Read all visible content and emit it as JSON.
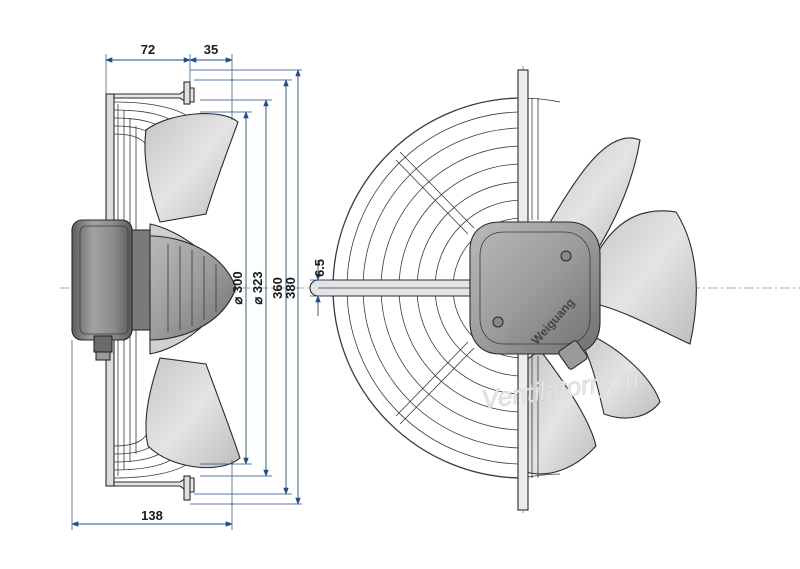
{
  "dimensions": {
    "top_left": "72",
    "top_right": "35",
    "bottom_width": "138",
    "d300": "⌀ 300",
    "d323": "⌀ 323",
    "d360": "360",
    "d380": "380",
    "hole": "6.5"
  },
  "brand_label": "Weiguang",
  "watermark": "Ventilatorry.ru",
  "colors": {
    "dimension": "#1f4e8c",
    "outline": "#2a2a2a",
    "blade": "#d4d4d4",
    "motor": "#8a8a8a"
  }
}
